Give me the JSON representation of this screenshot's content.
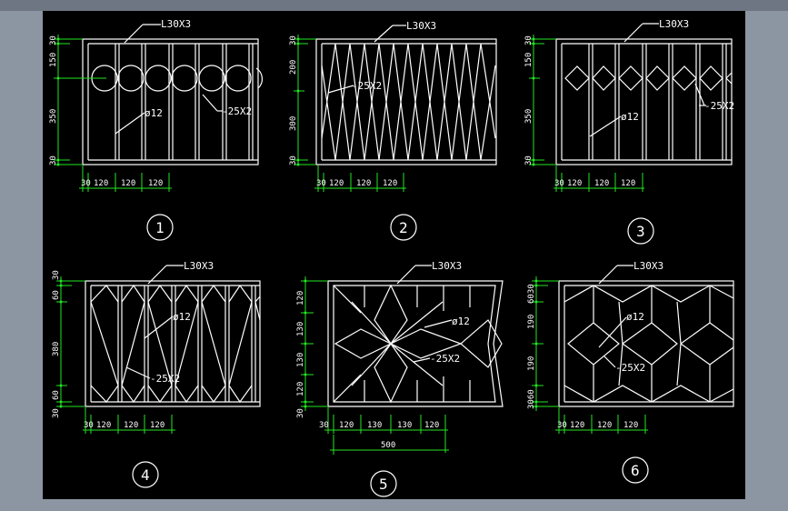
{
  "panels": [
    {
      "id": 1,
      "top_label": "L30X3",
      "bar_label": "ø12",
      "flat_label": "-25X2",
      "vdims": [
        "30",
        "150",
        "350",
        "30"
      ],
      "hdims": [
        "30",
        "120",
        "120",
        "120"
      ]
    },
    {
      "id": 2,
      "top_label": "L30X3",
      "flat_label": "-25X2",
      "vdims": [
        "30",
        "200",
        "300",
        "30"
      ],
      "hdims": [
        "30",
        "120",
        "120",
        "120"
      ]
    },
    {
      "id": 3,
      "top_label": "L30X3",
      "bar_label": "ø12",
      "flat_label": "-25X2",
      "vdims": [
        "30",
        "150",
        "350",
        "30"
      ],
      "hdims": [
        "30",
        "120",
        "120",
        "120"
      ]
    },
    {
      "id": 4,
      "top_label": "L30X3",
      "bar_label": "ø12",
      "flat_label": "-25X2",
      "vdims": [
        "30",
        "60",
        "380",
        "60",
        "30"
      ],
      "hdims": [
        "30",
        "120",
        "120",
        "120"
      ]
    },
    {
      "id": 5,
      "top_label": "L30X3",
      "bar_label": "ø12",
      "flat_label": "-25X2",
      "vdims": [
        "120",
        "130",
        "130",
        "120",
        "30"
      ],
      "hdims": [
        "30",
        "120",
        "130",
        "130",
        "120"
      ],
      "total": "500"
    },
    {
      "id": 6,
      "top_label": "L30X3",
      "bar_label": "ø12",
      "flat_label": "-25X2",
      "vdims": [
        "6030",
        "190",
        "190",
        "3060"
      ],
      "hdims": [
        "30",
        "120",
        "120",
        "120"
      ]
    }
  ],
  "colors": {
    "background": "#000000",
    "lines": "#ffffff",
    "dimensions": "#22e622",
    "frame": "#8c96a3"
  }
}
